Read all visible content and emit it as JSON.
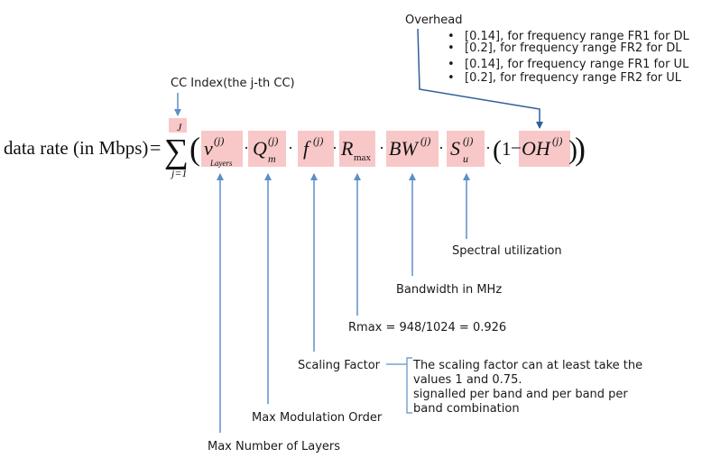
{
  "formula": {
    "lhs": "data rate (in Mbps)",
    "equals": "=",
    "sigma": "∑",
    "upper_limit": "J",
    "lower_limit": "j=1",
    "open_paren": "(",
    "close_paren": ")",
    "dot": "·",
    "sup_j": "(j)",
    "minus": "−",
    "one": "1",
    "terms": {
      "layers": {
        "symbol": "v",
        "subscript": "Layers"
      },
      "modulation": {
        "symbol": "Q",
        "subscript": "m"
      },
      "scaling": {
        "symbol": "f"
      },
      "rmax": {
        "symbol": "R",
        "subscript": "max"
      },
      "bandwidth": {
        "symbol": "BW"
      },
      "spectral": {
        "symbol": "S",
        "subscript": "u"
      },
      "overhead": {
        "symbol": "OH"
      }
    }
  },
  "annotations": {
    "cc_index": "CC Index(the j-th CC)",
    "overhead": {
      "title": "Overhead",
      "bullet_char": "•",
      "items": [
        "[0.14], for frequency range FR1 for DL",
        "[0.2], for frequency range FR2 for DL",
        "[0.14], for frequency range FR1 for UL",
        "[0.2], for frequency range FR2 for UL"
      ]
    },
    "spectral_utilization": "Spectral utilization",
    "bandwidth": "Bandwidth in MHz",
    "rmax": "Rmax = 948/1024 = 0.926",
    "scaling_factor": "Scaling Factor",
    "scaling_note": [
      "The scaling factor can at least take the",
      "values 1 and 0.75.",
      "signalled per band and per band per",
      "band combination"
    ],
    "max_modulation": "Max Modulation Order",
    "max_layers": "Max Number of Layers"
  },
  "colors": {
    "highlight": "#f8c8c8",
    "arrow": "#5b8fc7",
    "arrow_dark": "#2f5f9a",
    "text": "#1a1a1a"
  }
}
